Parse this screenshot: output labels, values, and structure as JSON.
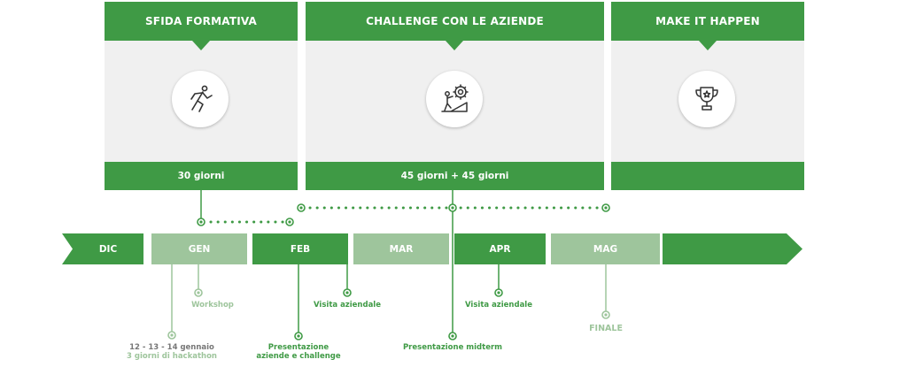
{
  "cards": [
    {
      "title": "SFIDA FORMATIVA",
      "duration": "30 giorni",
      "icon": "running-person-icon"
    },
    {
      "title": "CHALLENGE CON LE AZIENDE",
      "duration": "45 giorni + 45 giorni",
      "icon": "climbing-gear-icon"
    },
    {
      "title": "MAKE IT HAPPEN",
      "duration": "",
      "icon": "trophy-icon"
    }
  ],
  "months": [
    "DIC",
    "GEN",
    "FEB",
    "MAR",
    "APR",
    "MAG"
  ],
  "events": {
    "hackathon_dates": "12 - 13 - 14  gennaio",
    "hackathon_desc": "3 giorni di hackathon",
    "workshop": "Workshop",
    "presentazione_1": "Presentazione",
    "presentazione_2": "aziende e challenge",
    "visita_feb": "Visita aziendale",
    "midterm": "Presentazione midterm",
    "visita_apr": "Visita aziendale",
    "finale": "FINALE"
  },
  "colors": {
    "dark_green": "#3f9a45",
    "light_green": "#9ec59c",
    "card_bg": "#f0f0f0"
  }
}
